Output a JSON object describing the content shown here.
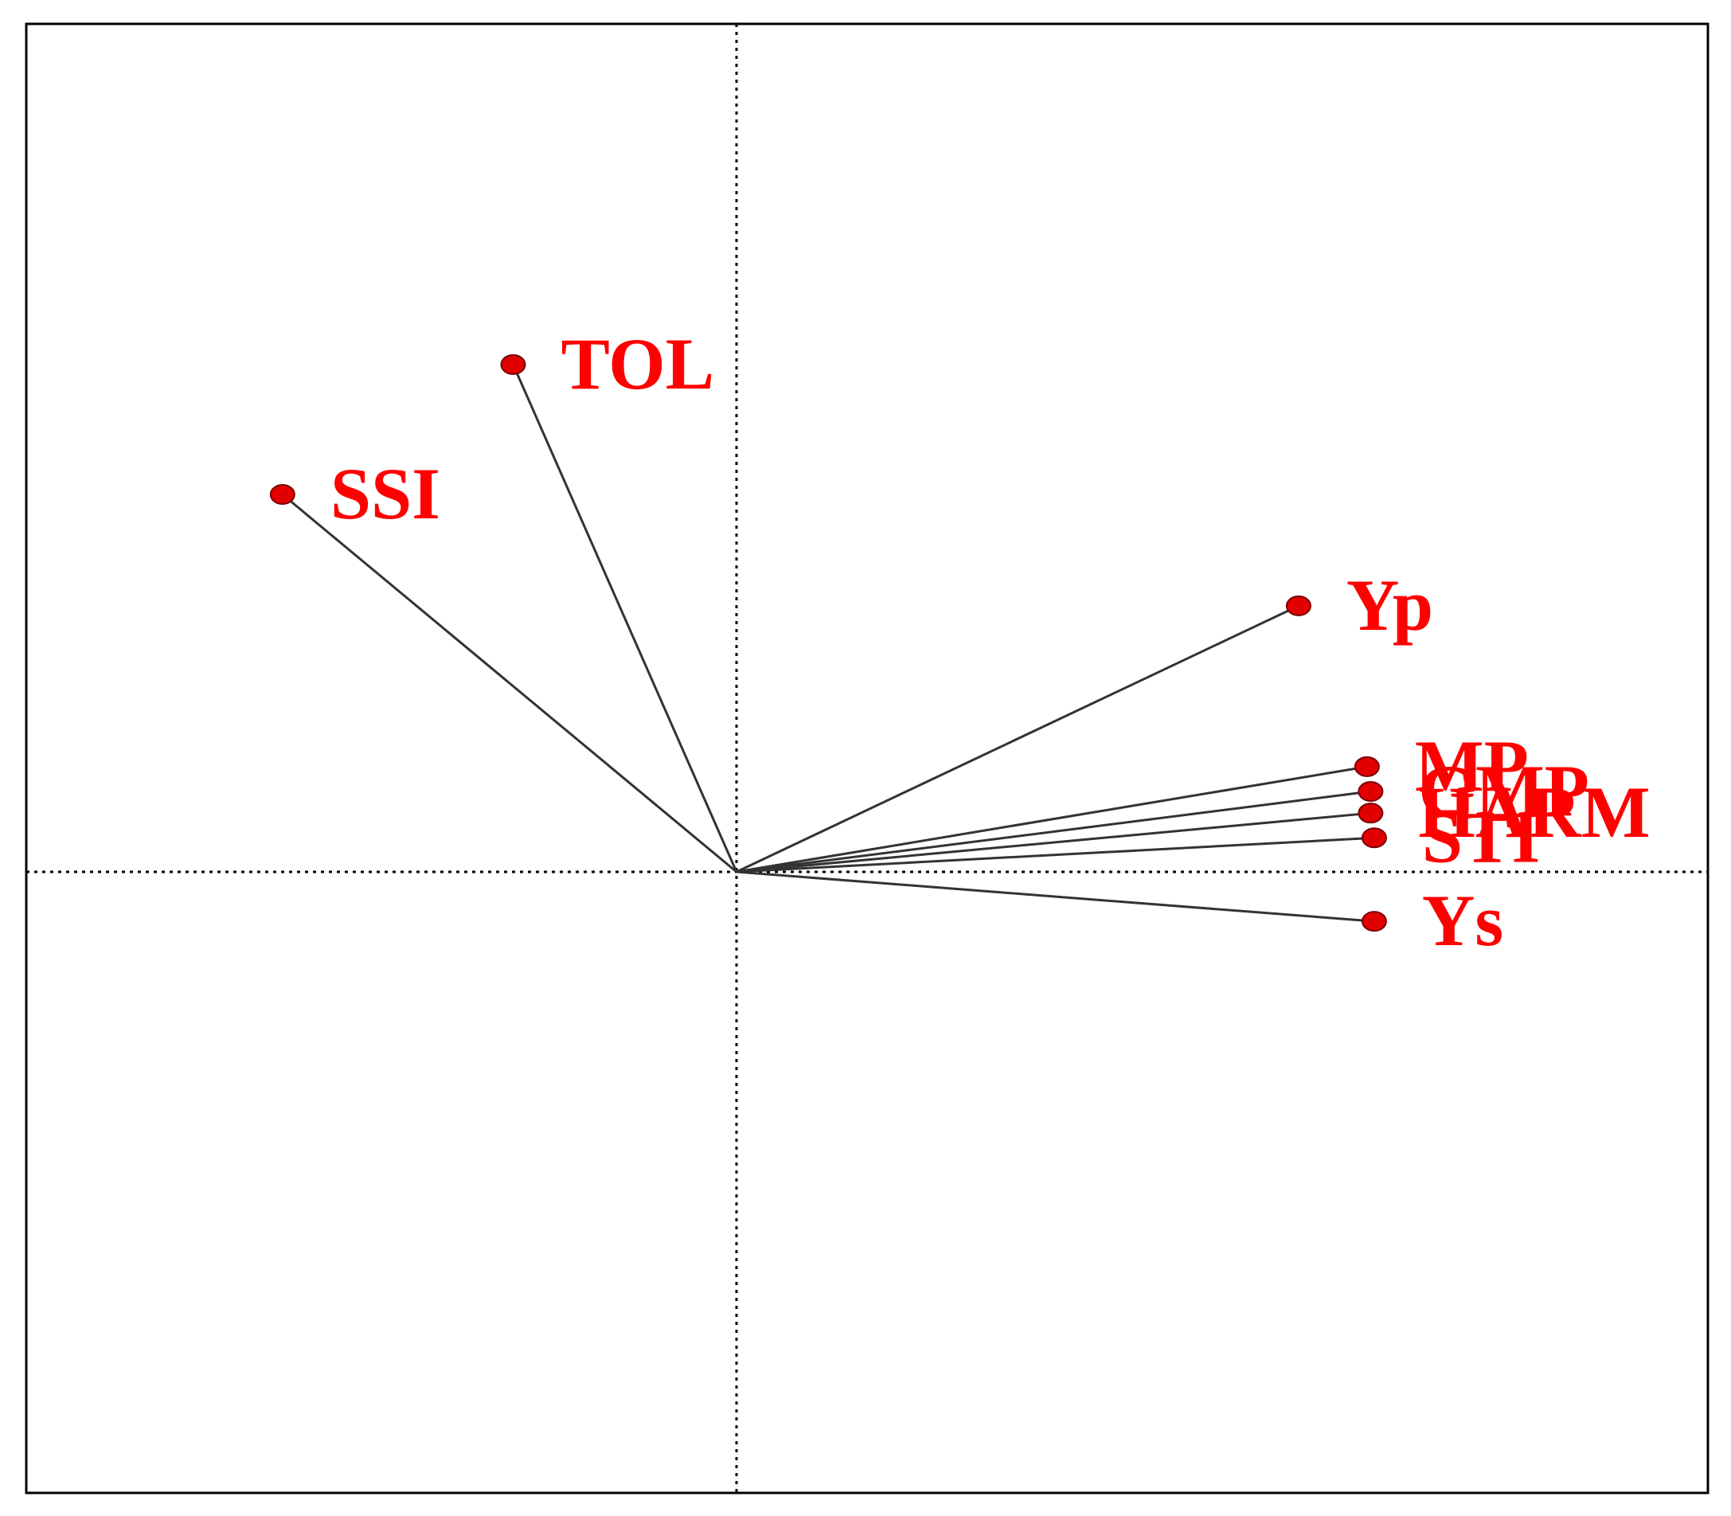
{
  "chart_data": {
    "type": "scatter",
    "subtype": "biplot-vectors",
    "title": "",
    "xlabel": "",
    "ylabel": "",
    "xlim": [
      -1.0,
      1.35
    ],
    "ylim": [
      -1.0,
      1.35
    ],
    "grid": false,
    "reference_lines": "dotted lines at x = 0 and y = 0",
    "origin": [
      0,
      0
    ],
    "colors": {
      "points": "#e00000",
      "labels": "#ff0000",
      "vectors": "#333333",
      "frame": "#000000"
    },
    "points": [
      {
        "label": "TOL",
        "x": -0.31,
        "y": 0.82
      },
      {
        "label": "SSI",
        "x": -0.63,
        "y": 0.61
      },
      {
        "label": "Yp",
        "x": 0.78,
        "y": 0.43
      },
      {
        "label": "MP",
        "x": 0.875,
        "y": 0.17
      },
      {
        "label": "GMP",
        "x": 0.88,
        "y": 0.13
      },
      {
        "label": "HARM",
        "x": 0.88,
        "y": 0.095
      },
      {
        "label": "STI",
        "x": 0.885,
        "y": 0.055
      },
      {
        "label": "Ys",
        "x": 0.885,
        "y": -0.08
      }
    ]
  }
}
